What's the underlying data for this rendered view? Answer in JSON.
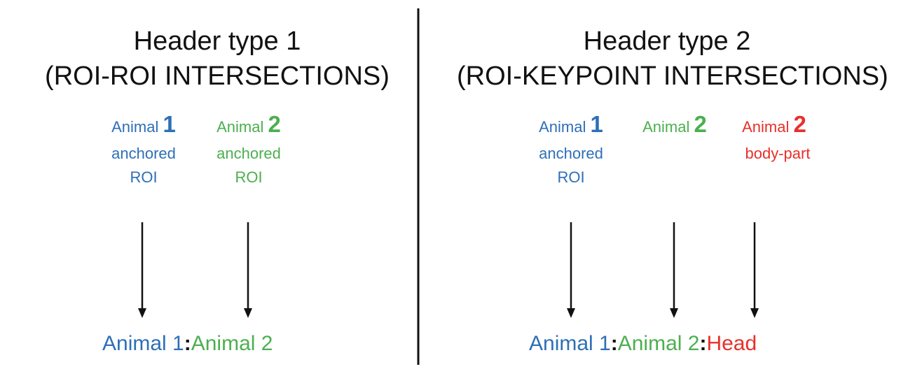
{
  "left": {
    "title_line1": "Header type 1",
    "title_line2": "(ROI-ROI INTERSECTIONS)",
    "animal1": {
      "word": "Animal",
      "num": "1",
      "desc1": "anchored",
      "desc2": "ROI",
      "color": "#2E6FB7"
    },
    "animal2": {
      "word": "Animal",
      "num": "2",
      "desc1": "anchored",
      "desc2": "ROI",
      "color": "#4CAF50"
    },
    "result": {
      "part1": "Animal 1",
      "sep1": ":",
      "part2": "Animal 2"
    }
  },
  "right": {
    "title_line1": "Header type 2",
    "title_line2": "(ROI-KEYPOINT INTERSECTIONS)",
    "animal1": {
      "word": "Animal",
      "num": "1",
      "desc1": "anchored",
      "desc2": "ROI",
      "color": "#2E6FB7"
    },
    "animal2": {
      "word": "Animal",
      "num": "2",
      "color": "#4CAF50"
    },
    "animal3": {
      "word": "Animal",
      "num": "2",
      "desc1": "body-part",
      "color": "#E8302A"
    },
    "result": {
      "part1": "Animal 1",
      "sep1": ":",
      "part2": "Animal 2",
      "sep2": ":",
      "part3": "Head"
    }
  }
}
